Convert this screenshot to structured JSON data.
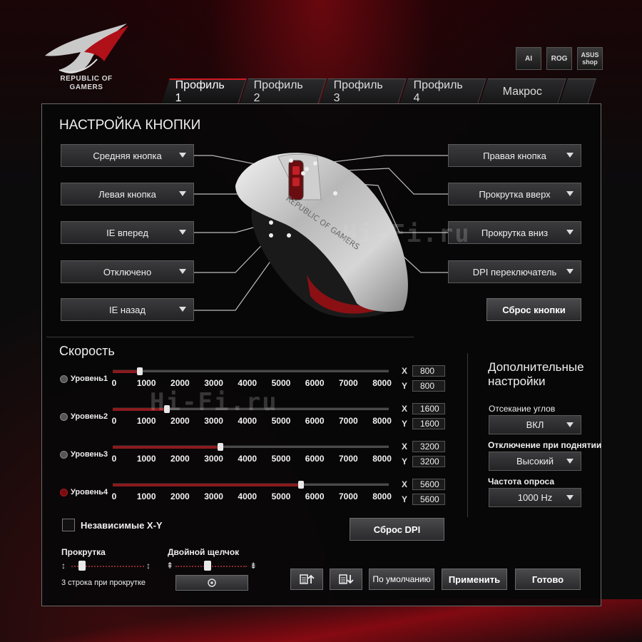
{
  "brand": {
    "logo_text": "REPUBLIC OF GAMERS",
    "icons": [
      "AI",
      "ROG",
      "ASUS shop"
    ]
  },
  "tabs": [
    {
      "label": "Профиль 1",
      "active": true
    },
    {
      "label": "Профиль 2",
      "active": false
    },
    {
      "label": "Профиль 3",
      "active": false
    },
    {
      "label": "Профиль 4",
      "active": false
    },
    {
      "label": "Макрос",
      "active": false
    }
  ],
  "buttons_section": {
    "title": "НАСТРОЙКА КНОПКИ",
    "left": [
      "Средняя кнопка",
      "Левая кнопка",
      "IE вперед",
      "Отключено",
      "IE назад"
    ],
    "right": [
      "Правая кнопка",
      "Прокрутка вверх",
      "Прокрутка вниз",
      "DPI переключатель"
    ],
    "reset_label": "Сброс кнопки",
    "mouse_text": "REPUBLIC OF GAMERS"
  },
  "speed": {
    "title": "Скорость",
    "scale": [
      "0",
      "1000",
      "2000",
      "3000",
      "4000",
      "5000",
      "6000",
      "7000",
      "8000"
    ],
    "max": 8200,
    "levels": [
      {
        "label": "Уровень1",
        "x": "800",
        "y": "800",
        "value": 800,
        "active": false
      },
      {
        "label": "Уровень2",
        "x": "1600",
        "y": "1600",
        "value": 1600,
        "active": false
      },
      {
        "label": "Уровень3",
        "x": "3200",
        "y": "3200",
        "value": 3200,
        "active": false
      },
      {
        "label": "Уровень4",
        "x": "5600",
        "y": "5600",
        "value": 5600,
        "active": true
      }
    ],
    "x_label": "X",
    "y_label": "Y",
    "independent_label": "Независимые X-Y",
    "reset_dpi_label": "Сброс DPI"
  },
  "extra": {
    "title_line1": "Дополнительные",
    "title_line2": "настройки",
    "angle_label": "Отсекание углов",
    "angle_value": "ВКЛ",
    "lift_label": "Отключение при поднятии",
    "lift_value": "Высокий",
    "poll_label": "Частота опроса",
    "poll_value": "1000 Hz"
  },
  "scroll": {
    "label": "Прокрутка",
    "value_text": "3 строка при прокрутке",
    "position": 0.15
  },
  "double_click": {
    "label": "Двойной щелчок",
    "position": 0.45
  },
  "footer": {
    "default_label": "По умолчанию",
    "apply_label": "Применить",
    "done_label": "Готово"
  },
  "watermark": "Hi-Fi.ru"
}
